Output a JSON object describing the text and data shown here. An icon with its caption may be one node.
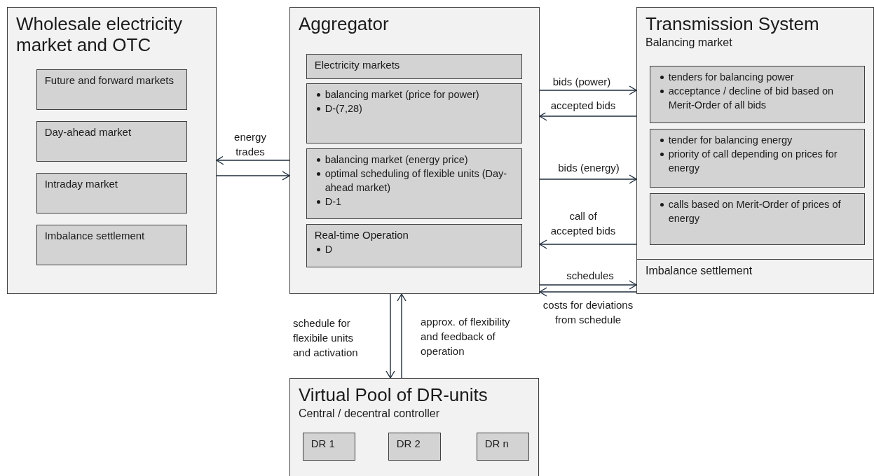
{
  "diagram": {
    "nodes": [
      {
        "text": [
          "Wholesale electricity market and OTC"
        ]
      },
      {
        "text": [
          "Future and forward markets"
        ],
        "in": 0
      },
      {
        "text": [
          "Day-ahead market"
        ],
        "in": 0
      },
      {
        "text": [
          "Intraday market"
        ],
        "in": 0
      },
      {
        "text": [
          "Imbalance settlement"
        ],
        "in": 0
      },
      {
        "text": [
          "Aggregator"
        ]
      },
      {
        "text": [
          "Electricity markets"
        ],
        "in": 5
      },
      {
        "text": [
          "balancing market (price for power)",
          "D-(7,28)"
        ],
        "in": 5
      },
      {
        "text": [
          "balancing market (energy price)",
          "optimal scheduling of flexible units (Day-ahead market)",
          "D-1"
        ],
        "in": 5
      },
      {
        "text": [
          "Real-time Operation",
          "D"
        ],
        "in": 5
      },
      {
        "text": [
          "Transmission System",
          "Balancing market"
        ]
      },
      {
        "text": [
          "tenders for balancing power",
          "acceptance / decline of bid based on Merit-Order of all bids"
        ],
        "in": 10
      },
      {
        "text": [
          "tender for balancing energy",
          "priority of call depending on prices for energy"
        ],
        "in": 10
      },
      {
        "text": [
          "calls based on Merit-Order of prices of energy"
        ],
        "in": 10
      },
      {
        "text": [
          "Imbalance settlement"
        ],
        "in": 10
      },
      {
        "text": [
          "Virtual Pool of DR-units",
          "Central / decentral controller"
        ]
      },
      {
        "text": [
          "DR 1"
        ],
        "in": 15
      },
      {
        "text": [
          "DR 2"
        ],
        "in": 15
      },
      {
        "text": [
          "DR n"
        ],
        "in": 15
      }
    ],
    "edges": [
      {
        "from": 5,
        "to": 0,
        "arrow": "to",
        "label": "energy trades"
      },
      {
        "from": 0,
        "to": 5,
        "arrow": "to"
      },
      {
        "from": 5,
        "to": 10,
        "arrow": "to",
        "label": "bids (power)"
      },
      {
        "from": 10,
        "to": 5,
        "arrow": "to",
        "label": "accepted bids"
      },
      {
        "from": 5,
        "to": 10,
        "arrow": "to",
        "label": "bids (energy)"
      },
      {
        "from": 10,
        "to": 5,
        "arrow": "to",
        "label": "call of accepted bids"
      },
      {
        "from": 5,
        "to": 10,
        "arrow": "to",
        "label": "schedules"
      },
      {
        "from": 10,
        "to": 5,
        "arrow": "to",
        "label": "costs for deviations from schedule"
      },
      {
        "from": 5,
        "to": 15,
        "arrow": "to",
        "label": "schedule for flexibile units and activation"
      },
      {
        "from": 15,
        "to": 5,
        "arrow": "to",
        "label": "approx. of flexibility and feedback of operation"
      }
    ]
  }
}
